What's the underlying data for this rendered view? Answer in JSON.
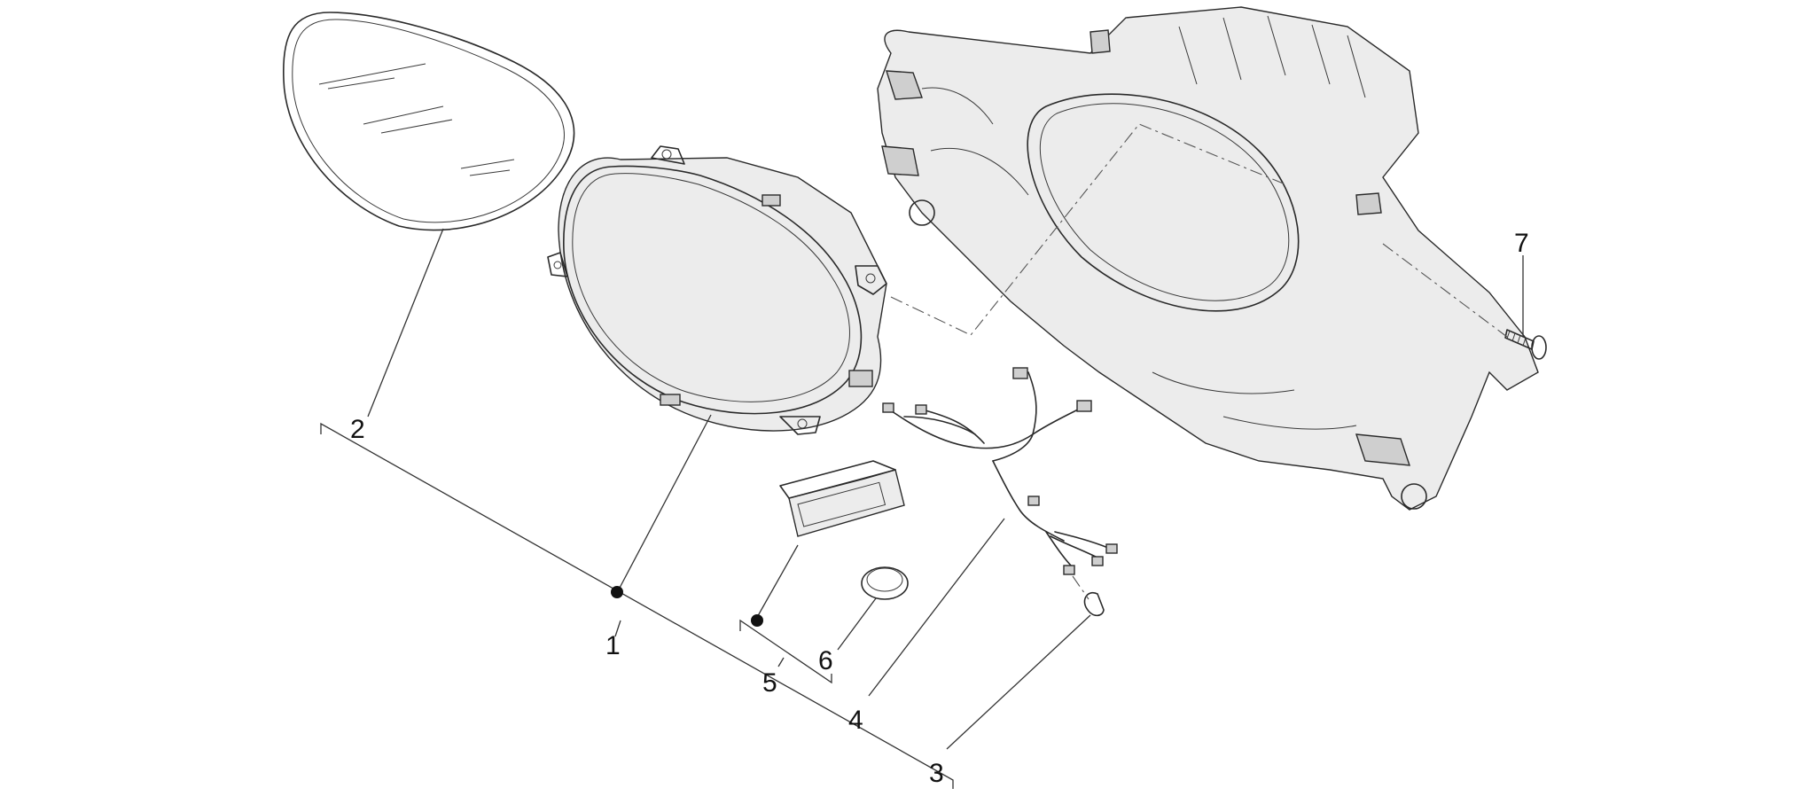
{
  "callouts": [
    {
      "id": "label-1",
      "text": "1"
    },
    {
      "id": "label-2",
      "text": "2"
    },
    {
      "id": "label-3",
      "text": "3"
    },
    {
      "id": "label-4",
      "text": "4"
    },
    {
      "id": "label-5",
      "text": "5"
    },
    {
      "id": "label-6",
      "text": "6"
    },
    {
      "id": "label-7",
      "text": "7"
    }
  ]
}
